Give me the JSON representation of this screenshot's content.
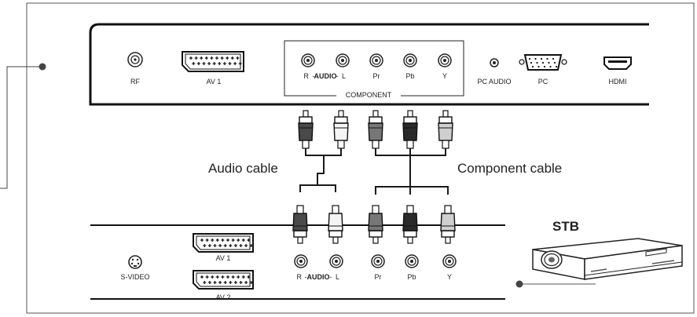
{
  "tv_panel": {
    "rf": "RF",
    "av1": "AV 1",
    "component_audio_r": "R",
    "component_audio_word": "AUDIO",
    "component_audio_l": "L",
    "pr": "Pr",
    "pb": "Pb",
    "y": "Y",
    "component": "COMPONENT",
    "pc_audio": "PC AUDIO",
    "pc": "PC",
    "hdmi": "HDMI"
  },
  "cables": {
    "audio": "Audio cable",
    "component": "Component cable"
  },
  "side_panel": {
    "svideo": "S-VIDEO",
    "av1": "AV 1",
    "av2": "AV 2",
    "audio_r": "R",
    "audio_word": "AUDIO",
    "audio_l": "L",
    "pr": "Pr",
    "pb": "Pb",
    "y": "Y"
  },
  "device": {
    "stb": "STB"
  },
  "colors": {
    "line": "#1a1a1a",
    "connector_red": "#4a4a4a",
    "connector_white": "#f4f4f4",
    "connector_green": "#777777",
    "connector_blue": "#2a2a2a",
    "connector_light": "#cfcfcf"
  }
}
